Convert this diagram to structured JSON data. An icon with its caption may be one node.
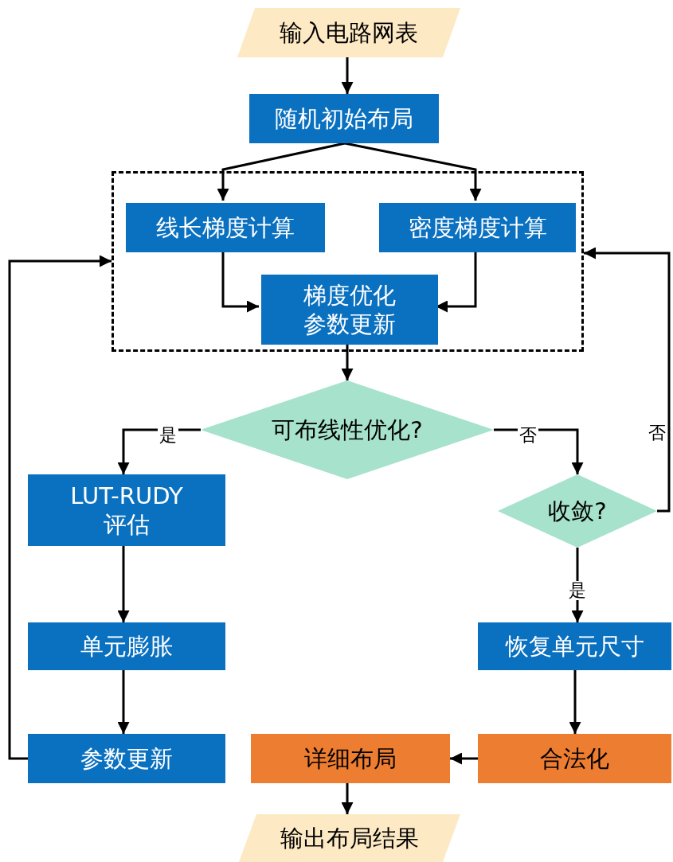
{
  "diagram": {
    "nodes": [
      {
        "text": [
          "输入电路网表"
        ]
      },
      {
        "text": [
          "随机初始布局"
        ]
      },
      {
        "text": [],
        "shape": "box"
      },
      {
        "text": [
          "线长梯度计算"
        ],
        "in": 2
      },
      {
        "text": [
          "密度梯度计算"
        ],
        "in": 2
      },
      {
        "text": [
          "梯度优化参数更新"
        ],
        "in": 2
      },
      {
        "text": [
          "可布线性优化?"
        ]
      },
      {
        "text": [
          "LUT-RUDY 评估"
        ]
      },
      {
        "text": [
          "收敛?"
        ]
      },
      {
        "text": [
          "单元膨胀"
        ]
      },
      {
        "text": [
          "恢复单元尺寸"
        ]
      },
      {
        "text": [
          "参数更新"
        ]
      },
      {
        "text": [
          "详细布局"
        ]
      },
      {
        "text": [
          "合法化"
        ]
      },
      {
        "text": [
          "输出布局结果"
        ]
      }
    ],
    "edges": [
      {
        "from": 0,
        "to": 1,
        "arrow": "to"
      },
      {
        "from": 1,
        "to": 3,
        "arrow": "to"
      },
      {
        "from": 1,
        "to": 4,
        "arrow": "to"
      },
      {
        "from": 3,
        "to": 5,
        "arrow": "to"
      },
      {
        "from": 4,
        "to": 5,
        "arrow": "to"
      },
      {
        "from": 5,
        "to": 6,
        "arrow": "to"
      },
      {
        "from": 6,
        "to": 7,
        "arrow": "to",
        "label": "是"
      },
      {
        "from": 6,
        "to": 8,
        "arrow": "to",
        "label": "否"
      },
      {
        "from": 8,
        "to": 2,
        "arrow": "to",
        "label": "否"
      },
      {
        "from": 8,
        "to": 10,
        "arrow": "to",
        "label": "是"
      },
      {
        "from": 7,
        "to": 9,
        "arrow": "to"
      },
      {
        "from": 9,
        "to": 11,
        "arrow": "to"
      },
      {
        "from": 11,
        "to": 2,
        "arrow": "to"
      },
      {
        "from": 10,
        "to": 13,
        "arrow": "to"
      },
      {
        "from": 13,
        "to": 12,
        "arrow": "to"
      },
      {
        "from": 12,
        "to": 14,
        "arrow": "to"
      }
    ]
  }
}
